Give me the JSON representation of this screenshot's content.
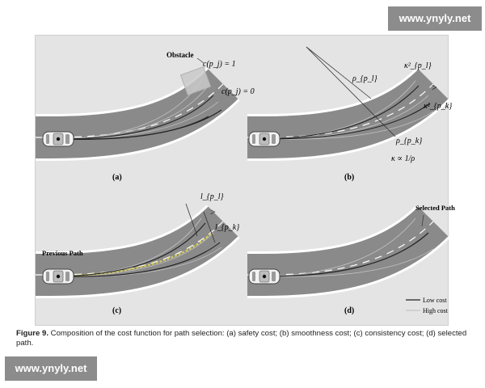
{
  "watermark": {
    "top": "www.ynyly.net",
    "bottom": "www.ynyly.net"
  },
  "panels": {
    "a": {
      "label": "(a)",
      "obstacle": "Obstacle",
      "cost_high": "c(p_j) = 1",
      "cost_low": "c(p_j) = 0"
    },
    "b": {
      "label": "(b)",
      "rho_l": "ρ_{p_l}",
      "rho_k": "ρ_{p_k}",
      "kappa_l": "κ²_{p_l}",
      "kappa_k": "κ²_{p_k}",
      "greater": ">",
      "kappa_rel": "κ ∝ 1/ρ"
    },
    "c": {
      "label": "(c)",
      "previous_path": "Previous Path",
      "l_l": "l_{p_l}",
      "l_k": "l_{p_k}",
      "greater": ">"
    },
    "d": {
      "label": "(d)",
      "selected_path": "Selected Path",
      "legend_low": "Low cost",
      "legend_high": "High cost"
    }
  },
  "caption": {
    "label": "Figure 9.",
    "text": "Composition of the cost function for path selection: (a) safety cost; (b) smoothness cost; (c) consistency cost; (d) selected path."
  },
  "colors": {
    "road": "#8a8a8a",
    "lane_line": "#ffffff",
    "figure_bg": "#e4e4e4",
    "obstacle": "#c9c9c9",
    "previous_path": "#d4cc5a",
    "watermark_bg": "#8c8c8c"
  }
}
